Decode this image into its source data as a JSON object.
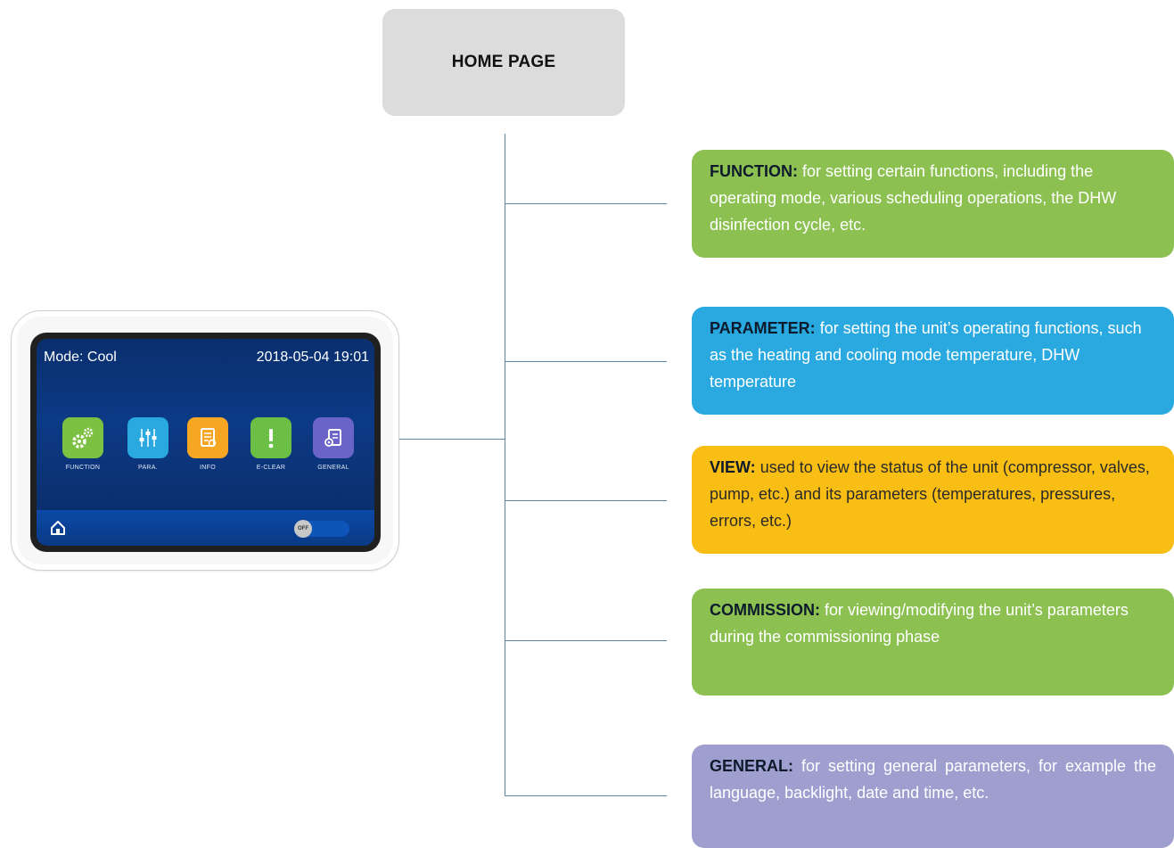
{
  "home": {
    "title": "HOME PAGE"
  },
  "categories": [
    {
      "key": "function",
      "label": "FUNCTION:",
      "text": "for setting certain functions, including the operating mode, various scheduling operations, the DHW disinfection cycle, etc.",
      "color": "#8cc152"
    },
    {
      "key": "parameter",
      "label": "PARAMETER:",
      "text": "for setting the unit’s operating functions, such as the heating and cooling mode temperature, DHW temperature",
      "color": "#29a9e0"
    },
    {
      "key": "view",
      "label": "VIEW:",
      "text": "used to view the status of the unit (compressor, valves, pump, etc.) and its parameters (temperatures, pressures, errors, etc.)",
      "color": "#f9be13"
    },
    {
      "key": "commission",
      "label": "COMMISSION:",
      "text": "for viewing/modifying the unit’s parameters during the commissioning phase",
      "color": "#8cc152"
    },
    {
      "key": "general",
      "label": "GENERAL:",
      "text": "for setting general parameters, for example the language, backlight, date and time, etc.",
      "color": "#9e9fcf"
    }
  ],
  "device": {
    "mode": "Mode: Cool",
    "datetime": "2018-05-04 19:01",
    "tiles": [
      {
        "label": "FUNCTION",
        "icon": "gears-icon",
        "color": "#7dc142"
      },
      {
        "label": "PARA.",
        "icon": "sliders-icon",
        "color": "#29a9e0"
      },
      {
        "label": "INFO",
        "icon": "document-icon",
        "color": "#f5a623"
      },
      {
        "label": "E-CLEAR",
        "icon": "exclamation-icon",
        "color": "#6cbf45"
      },
      {
        "label": "GENERAL",
        "icon": "settings-document-icon",
        "color": "#6a64c9"
      }
    ],
    "home_icon": "home-icon",
    "toggle_label": "OFF"
  },
  "colors": {
    "connector": "#5b86a8",
    "home_box": "#dcdcdc"
  }
}
